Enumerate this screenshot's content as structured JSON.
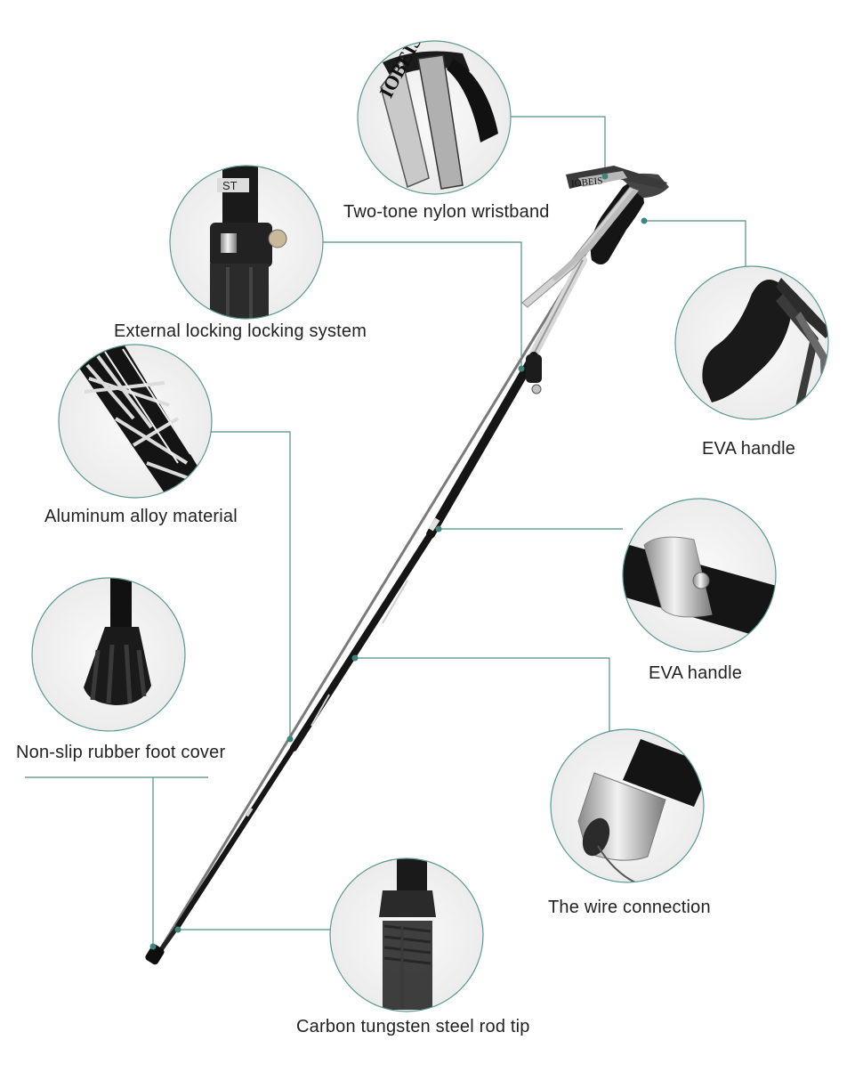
{
  "colors": {
    "accent_line": "#4f8f86",
    "circle_border": "#5a9a90",
    "pole": "#141414",
    "metal": "#c8c8c8",
    "label_text": "#222222"
  },
  "wristband_text": "IOBEIS",
  "lock_fragment": "ST",
  "callouts": [
    {
      "key": "wristband",
      "label": "Two-tone nylon wristband",
      "icon": "wristband-closeup"
    },
    {
      "key": "lock",
      "label": "External locking locking system",
      "icon": "lock-closeup"
    },
    {
      "key": "eva_top",
      "label": "EVA handle",
      "icon": "eva-handle-closeup"
    },
    {
      "key": "aluminum",
      "label": "Aluminum alloy material",
      "icon": "aluminum-closeup"
    },
    {
      "key": "eva_mid",
      "label": "EVA handle",
      "icon": "eva-ring-closeup"
    },
    {
      "key": "foot",
      "label": "Non-slip rubber foot cover",
      "icon": "rubber-foot-closeup"
    },
    {
      "key": "wire",
      "label": "The wire connection",
      "icon": "wire-connection-closeup"
    },
    {
      "key": "tip",
      "label": "Carbon tungsten steel rod tip",
      "icon": "rod-tip-closeup"
    }
  ]
}
